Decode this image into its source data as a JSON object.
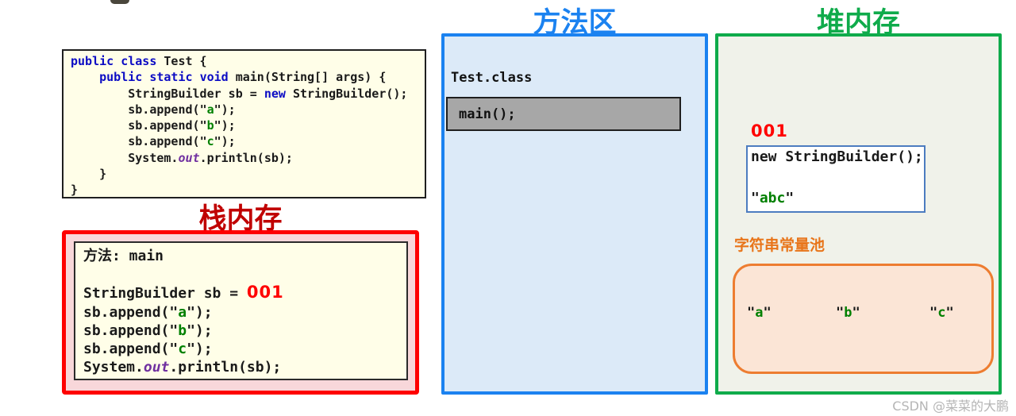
{
  "palette": {
    "stack_title_red": "#C00000",
    "stack_border_red": "#FE0000",
    "stack_bg_pink": "#F8D7DA",
    "code_bg_yellow": "#FFFEE8",
    "method_area_blue": "#1B82F0",
    "method_bg_blue": "#DCEAF8",
    "heap_green": "#0FAB4B",
    "heap_bg_green": "#F0F2EA",
    "pool_border_orange": "#ED7D31",
    "pool_bg_orange": "#FBE5D6",
    "pool_title_orange": "#E8751A",
    "object_box_border_blue": "#4C7CC0",
    "main_box_gray": "#A7A7A7",
    "keyword_blue": "#0B0BC4",
    "string_green": "#008000",
    "out_purple": "#7030A0",
    "reference_red": "#FF0000"
  },
  "code_panel": {
    "lines": [
      [
        {
          "t": "public",
          "c": "kw"
        },
        {
          "t": " ",
          "c": ""
        },
        {
          "t": "class",
          "c": "kw"
        },
        {
          "t": " Test {",
          "c": ""
        }
      ],
      [
        {
          "t": "    ",
          "c": ""
        },
        {
          "t": "public",
          "c": "kw"
        },
        {
          "t": " ",
          "c": ""
        },
        {
          "t": "static",
          "c": "kw"
        },
        {
          "t": " ",
          "c": ""
        },
        {
          "t": "void",
          "c": "kw"
        },
        {
          "t": " main(String[] args) {",
          "c": ""
        }
      ],
      [
        {
          "t": "        StringBuilder sb = ",
          "c": ""
        },
        {
          "t": "new",
          "c": "kw"
        },
        {
          "t": " StringBuilder();",
          "c": ""
        }
      ],
      [
        {
          "t": "        sb.append(",
          "c": ""
        },
        {
          "t": "\"",
          "c": "q"
        },
        {
          "t": "a",
          "c": "str"
        },
        {
          "t": "\"",
          "c": "q"
        },
        {
          "t": ");",
          "c": ""
        }
      ],
      [
        {
          "t": "        sb.append(",
          "c": ""
        },
        {
          "t": "\"",
          "c": "q"
        },
        {
          "t": "b",
          "c": "str"
        },
        {
          "t": "\"",
          "c": "q"
        },
        {
          "t": ");",
          "c": ""
        }
      ],
      [
        {
          "t": "        sb.append(",
          "c": ""
        },
        {
          "t": "\"",
          "c": "q"
        },
        {
          "t": "c",
          "c": "str"
        },
        {
          "t": "\"",
          "c": "q"
        },
        {
          "t": ");",
          "c": ""
        }
      ],
      [
        {
          "t": "        System.",
          "c": ""
        },
        {
          "t": "out",
          "c": "out"
        },
        {
          "t": ".println(sb);",
          "c": ""
        }
      ],
      [
        {
          "t": "    }",
          "c": ""
        }
      ],
      [
        {
          "t": "}",
          "c": ""
        }
      ]
    ]
  },
  "stack": {
    "title": "栈内存",
    "frame_lines": [
      [
        {
          "t": "方法: main",
          "c": ""
        }
      ],
      [],
      [
        {
          "t": "StringBuilder sb = ",
          "c": ""
        },
        {
          "t": "001",
          "c": "ref"
        }
      ],
      [
        {
          "t": "sb.append(",
          "c": ""
        },
        {
          "t": "\"",
          "c": "q"
        },
        {
          "t": "a",
          "c": "str"
        },
        {
          "t": "\"",
          "c": "q"
        },
        {
          "t": ");",
          "c": ""
        }
      ],
      [
        {
          "t": "sb.append(",
          "c": ""
        },
        {
          "t": "\"",
          "c": "q"
        },
        {
          "t": "b",
          "c": "str"
        },
        {
          "t": "\"",
          "c": "q"
        },
        {
          "t": ");",
          "c": ""
        }
      ],
      [
        {
          "t": "sb.append(",
          "c": ""
        },
        {
          "t": "\"",
          "c": "q"
        },
        {
          "t": "c",
          "c": "str"
        },
        {
          "t": "\"",
          "c": "q"
        },
        {
          "t": ");",
          "c": ""
        }
      ],
      [
        {
          "t": "System.",
          "c": ""
        },
        {
          "t": "out",
          "c": "out"
        },
        {
          "t": ".println(sb);",
          "c": ""
        }
      ]
    ]
  },
  "method_area": {
    "title": "方法区",
    "class_file": "Test.class",
    "main_entry": "main();"
  },
  "heap": {
    "title": "堆内存",
    "object_address": "001",
    "object_lines": [
      [
        {
          "t": "new StringBuilder();",
          "c": ""
        }
      ],
      [
        {
          "t": "\"",
          "c": "q"
        },
        {
          "t": "abc",
          "c": "str"
        },
        {
          "t": "\"",
          "c": "q"
        }
      ]
    ],
    "pool_title": "字符串常量池",
    "pool_items": [
      [
        {
          "t": "\"",
          "c": "q"
        },
        {
          "t": "a",
          "c": "str"
        },
        {
          "t": "\"",
          "c": "q"
        }
      ],
      [
        {
          "t": "\"",
          "c": "q"
        },
        {
          "t": "b",
          "c": "str"
        },
        {
          "t": "\"",
          "c": "q"
        }
      ],
      [
        {
          "t": "\"",
          "c": "q"
        },
        {
          "t": "c",
          "c": "str"
        },
        {
          "t": "\"",
          "c": "q"
        }
      ]
    ]
  },
  "watermark": "CSDN @菜菜的大鹏"
}
